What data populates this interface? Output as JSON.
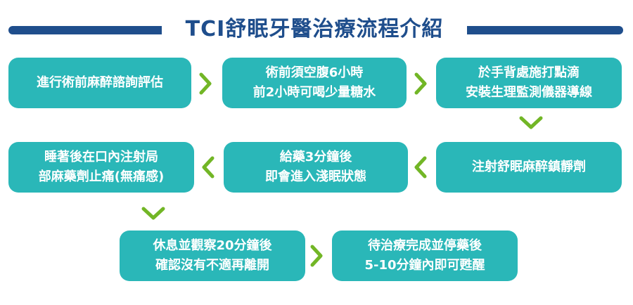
{
  "title": "TCI舒眠牙醫治療流程介紹",
  "colors": {
    "navy": "#1f4e8c",
    "teal": "#2ab7b8",
    "green": "#72b626"
  },
  "steps": [
    {
      "lines": [
        "進行術前麻醉諮詢評估"
      ]
    },
    {
      "lines": [
        "術前須空腹6小時",
        "前2小時可喝少量糖水"
      ]
    },
    {
      "lines": [
        "於手背處施打點滴",
        "安裝生理監測儀器導線"
      ]
    },
    {
      "lines": [
        "注射舒眠麻醉鎮靜劑"
      ]
    },
    {
      "lines": [
        "給藥3分鐘後",
        "即會進入淺眠狀態"
      ]
    },
    {
      "lines": [
        "睡著後在口內注射局",
        "部麻藥劑止痛(無痛感)"
      ]
    },
    {
      "lines": [
        "休息並觀察20分鐘後",
        "確認沒有不適再離開"
      ]
    },
    {
      "lines": [
        "待治療完成並停藥後",
        "5-10分鐘內即可甦醒"
      ]
    }
  ],
  "arrows": [
    "chevron-right-icon",
    "chevron-right-icon",
    "chevron-down-icon",
    "chevron-left-icon",
    "chevron-left-icon",
    "chevron-down-icon",
    "chevron-right-icon"
  ]
}
